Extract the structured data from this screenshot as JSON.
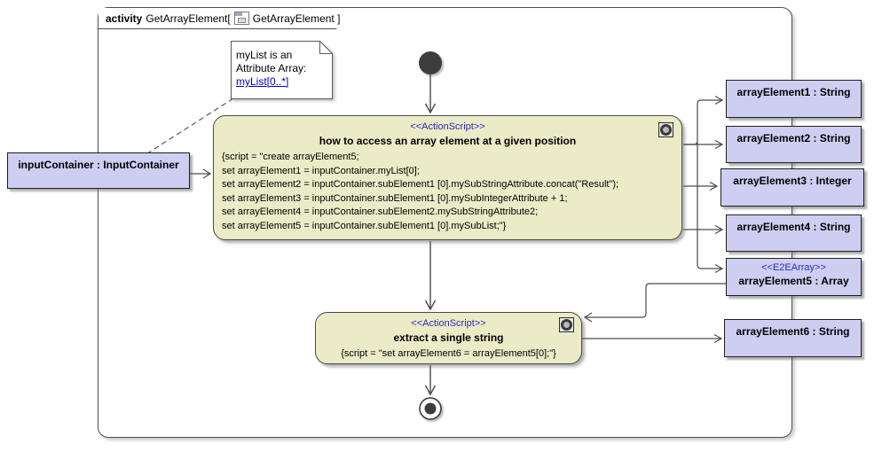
{
  "frame_header": {
    "keyword": "activity",
    "name": "GetArrayElement[",
    "diagram_name": "GetArrayElement ]"
  },
  "note": {
    "line1": "myList is an",
    "line2": "Attribute Array:",
    "link": "myList[0..*]"
  },
  "input_node": {
    "label": "inputContainer : InputContainer"
  },
  "main_action": {
    "stereotype": "<<ActionScript>>",
    "title": "how to access an array element at a given position",
    "script_lines": [
      "{script = \"create arrayElement5;",
      "set arrayElement1 = inputContainer.myList[0];",
      "set arrayElement2 = inputContainer.subElement1 [0].mySubStringAttribute.concat(\"Result\");",
      "set arrayElement3 = inputContainer.subElement1 [0].mySubIntegerAttribute + 1;",
      "set arrayElement4 = inputContainer.subElement2.mySubStringAttribute2;",
      "set arrayElement5 = inputContainer.subElement1 [0].mySubList;\"}"
    ]
  },
  "extract_action": {
    "stereotype": "<<ActionScript>>",
    "title": "extract a single string",
    "script_lines": [
      "{script = \"set arrayElement6 = arrayElement5[0];\"}"
    ]
  },
  "outputs": [
    {
      "name": "arrayElement1 : String"
    },
    {
      "name": "arrayElement2 : String"
    },
    {
      "name": "arrayElement3 : Integer"
    },
    {
      "name": "arrayElement4 : String"
    },
    {
      "stereotype": "<<E2EArray>>",
      "name": "arrayElement5 : Array"
    },
    {
      "name": "arrayElement6 : String"
    }
  ],
  "colors": {
    "action_fill": "#ebebc8",
    "object_fill": "#cecef2",
    "stereotype_blue": "#2b2bb4",
    "link_blue": "#0000cc",
    "edge_gray": "#4a4a4a"
  }
}
